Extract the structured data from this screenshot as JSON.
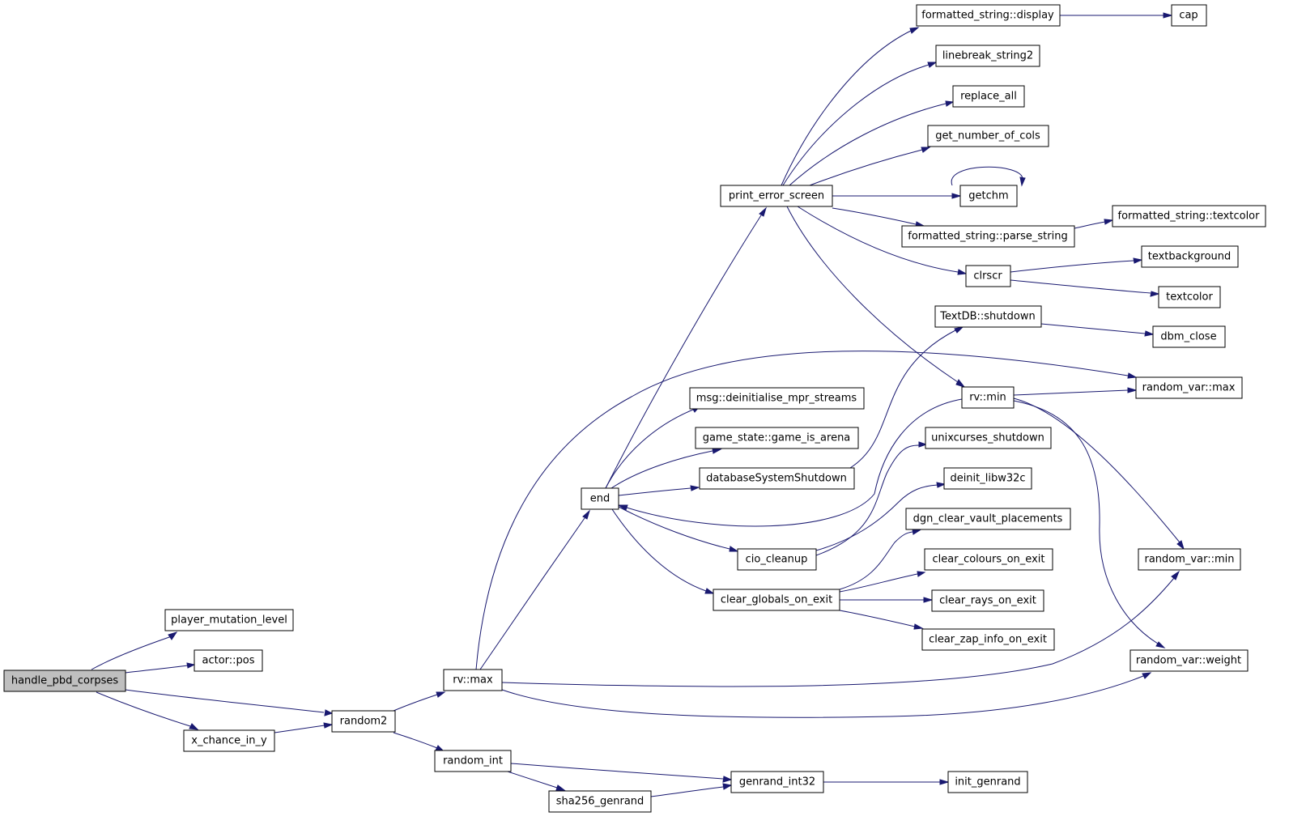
{
  "diagram": {
    "type": "call-graph",
    "colors": {
      "edge": "#191970",
      "root_fill": "#bfbfbf",
      "node_fill": "#ffffff",
      "node_border": "#000000"
    },
    "nodes": {
      "handle_pbd_corpses": "handle_pbd_corpses",
      "player_mutation_level": "player_mutation_level",
      "actor_pos": "actor::pos",
      "x_chance_in_y": "x_chance_in_y",
      "random2": "random2",
      "rv_max": "rv::max",
      "random_int": "random_int",
      "sha256_genrand": "sha256_genrand",
      "genrand_int32": "genrand_int32",
      "init_genrand": "init_genrand",
      "end": "end",
      "print_error_screen": "print_error_screen",
      "formatted_string_display": "formatted_string::display",
      "cap": "cap",
      "linebreak_string2": "linebreak_string2",
      "replace_all": "replace_all",
      "get_number_of_cols": "get_number_of_cols",
      "getchm": "getchm",
      "formatted_string_parse_string": "formatted_string::parse_string",
      "formatted_string_textcolor": "formatted_string::textcolor",
      "clrscr": "clrscr",
      "textbackground": "textbackground",
      "textcolor": "textcolor",
      "textdb_shutdown": "TextDB::shutdown",
      "dbm_close": "dbm_close",
      "rv_min": "rv::min",
      "random_var_max": "random_var::max",
      "random_var_min": "random_var::min",
      "random_var_weight": "random_var::weight",
      "msg_deinitialise": "msg::deinitialise_mpr_streams",
      "game_is_arena": "game_state::game_is_arena",
      "database_system_shutdown": "databaseSystemShutdown",
      "unixcurses_shutdown": "unixcurses_shutdown",
      "deinit_libw32c": "deinit_libw32c",
      "cio_cleanup": "cio_cleanup",
      "dgn_clear_vault_placements": "dgn_clear_vault_placements",
      "clear_globals_on_exit": "clear_globals_on_exit",
      "clear_colours_on_exit": "clear_colours_on_exit",
      "clear_rays_on_exit": "clear_rays_on_exit",
      "clear_zap_info_on_exit": "clear_zap_info_on_exit"
    },
    "edges": [
      [
        "handle_pbd_corpses",
        "player_mutation_level"
      ],
      [
        "handle_pbd_corpses",
        "actor_pos"
      ],
      [
        "handle_pbd_corpses",
        "random2"
      ],
      [
        "handle_pbd_corpses",
        "x_chance_in_y"
      ],
      [
        "x_chance_in_y",
        "random2"
      ],
      [
        "random2",
        "rv_max"
      ],
      [
        "random2",
        "random_int"
      ],
      [
        "random_int",
        "genrand_int32"
      ],
      [
        "random_int",
        "sha256_genrand"
      ],
      [
        "sha256_genrand",
        "genrand_int32"
      ],
      [
        "genrand_int32",
        "init_genrand"
      ],
      [
        "rv_max",
        "end"
      ],
      [
        "rv_max",
        "random_var_max"
      ],
      [
        "rv_max",
        "random_var_min"
      ],
      [
        "rv_max",
        "random_var_weight"
      ],
      [
        "end",
        "print_error_screen"
      ],
      [
        "end",
        "msg_deinitialise"
      ],
      [
        "end",
        "game_is_arena"
      ],
      [
        "end",
        "database_system_shutdown"
      ],
      [
        "end",
        "cio_cleanup"
      ],
      [
        "end",
        "clear_globals_on_exit"
      ],
      [
        "print_error_screen",
        "formatted_string_display"
      ],
      [
        "print_error_screen",
        "linebreak_string2"
      ],
      [
        "print_error_screen",
        "replace_all"
      ],
      [
        "print_error_screen",
        "get_number_of_cols"
      ],
      [
        "print_error_screen",
        "getchm"
      ],
      [
        "print_error_screen",
        "formatted_string_parse_string"
      ],
      [
        "print_error_screen",
        "clrscr"
      ],
      [
        "print_error_screen",
        "rv_min"
      ],
      [
        "formatted_string_display",
        "cap"
      ],
      [
        "getchm",
        "getchm"
      ],
      [
        "formatted_string_parse_string",
        "formatted_string_textcolor"
      ],
      [
        "clrscr",
        "textbackground"
      ],
      [
        "clrscr",
        "textcolor"
      ],
      [
        "database_system_shutdown",
        "textdb_shutdown"
      ],
      [
        "textdb_shutdown",
        "dbm_close"
      ],
      [
        "rv_min",
        "end"
      ],
      [
        "rv_min",
        "random_var_max"
      ],
      [
        "rv_min",
        "random_var_min"
      ],
      [
        "rv_min",
        "random_var_weight"
      ],
      [
        "cio_cleanup",
        "unixcurses_shutdown"
      ],
      [
        "cio_cleanup",
        "deinit_libw32c"
      ],
      [
        "clear_globals_on_exit",
        "dgn_clear_vault_placements"
      ],
      [
        "clear_globals_on_exit",
        "clear_colours_on_exit"
      ],
      [
        "clear_globals_on_exit",
        "clear_rays_on_exit"
      ],
      [
        "clear_globals_on_exit",
        "clear_zap_info_on_exit"
      ]
    ]
  }
}
